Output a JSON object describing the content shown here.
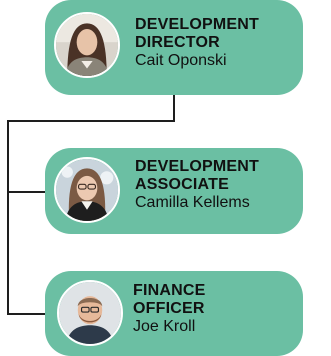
{
  "chart": {
    "nodes": [
      {
        "title_line1": "DEVELOPMENT",
        "title_line2": "DIRECTOR",
        "name": "Cait Oponski",
        "avatar": "woman-portrait-icon"
      },
      {
        "title_line1": "DEVELOPMENT",
        "title_line2": "ASSOCIATE",
        "name": "Camilla Kellems",
        "avatar": "woman-portrait-icon"
      },
      {
        "title_line1": "FINANCE",
        "title_line2": "OFFICER",
        "name": "Joe Kroll",
        "avatar": "man-portrait-icon"
      }
    ]
  },
  "colors": {
    "card": "#6bbfa3",
    "line": "#1e1e1e"
  }
}
